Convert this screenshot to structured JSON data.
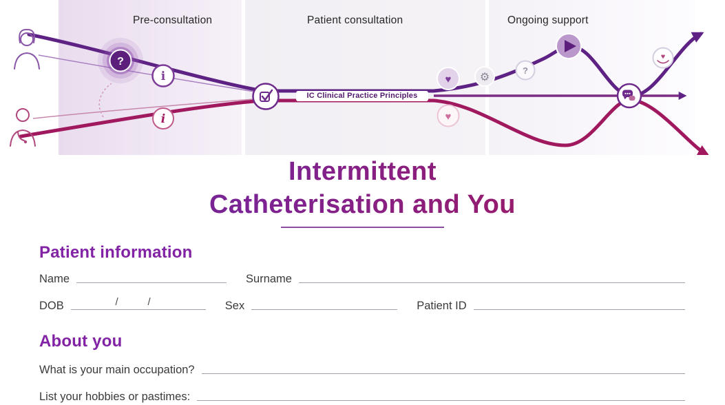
{
  "journey": {
    "phases": [
      {
        "label": "Pre-consultation"
      },
      {
        "label": "Patient consultation"
      },
      {
        "label": "Ongoing support"
      }
    ],
    "center_label": "IC Clinical Practice Principles",
    "icon_glyphs": {
      "question": "?",
      "info_patient": "i",
      "info_clinician": "i",
      "heart": "♥",
      "gear": "⚙",
      "question_support": "?"
    }
  },
  "title": {
    "line1": "Intermittent",
    "line2": "Catheterisation and You"
  },
  "sections": {
    "patient_information": {
      "heading": "Patient information",
      "labels": {
        "name": "Name",
        "surname": "Surname",
        "dob": "DOB",
        "dob_separator": "/",
        "sex": "Sex",
        "patient_id": "Patient ID"
      }
    },
    "about_you": {
      "heading": "About you",
      "occupation_label": "What is your main occupation?",
      "hobbies_label": "List your hobbies or pastimes:"
    }
  },
  "colors": {
    "purple_dark": "#5c1f7b",
    "purple": "#7b2394",
    "heading_purple": "#8223a5",
    "magenta": "#a0195f",
    "pink": "#cf6f9e",
    "line_gray": "#a79fae",
    "text_dark": "#3a3a3a"
  }
}
